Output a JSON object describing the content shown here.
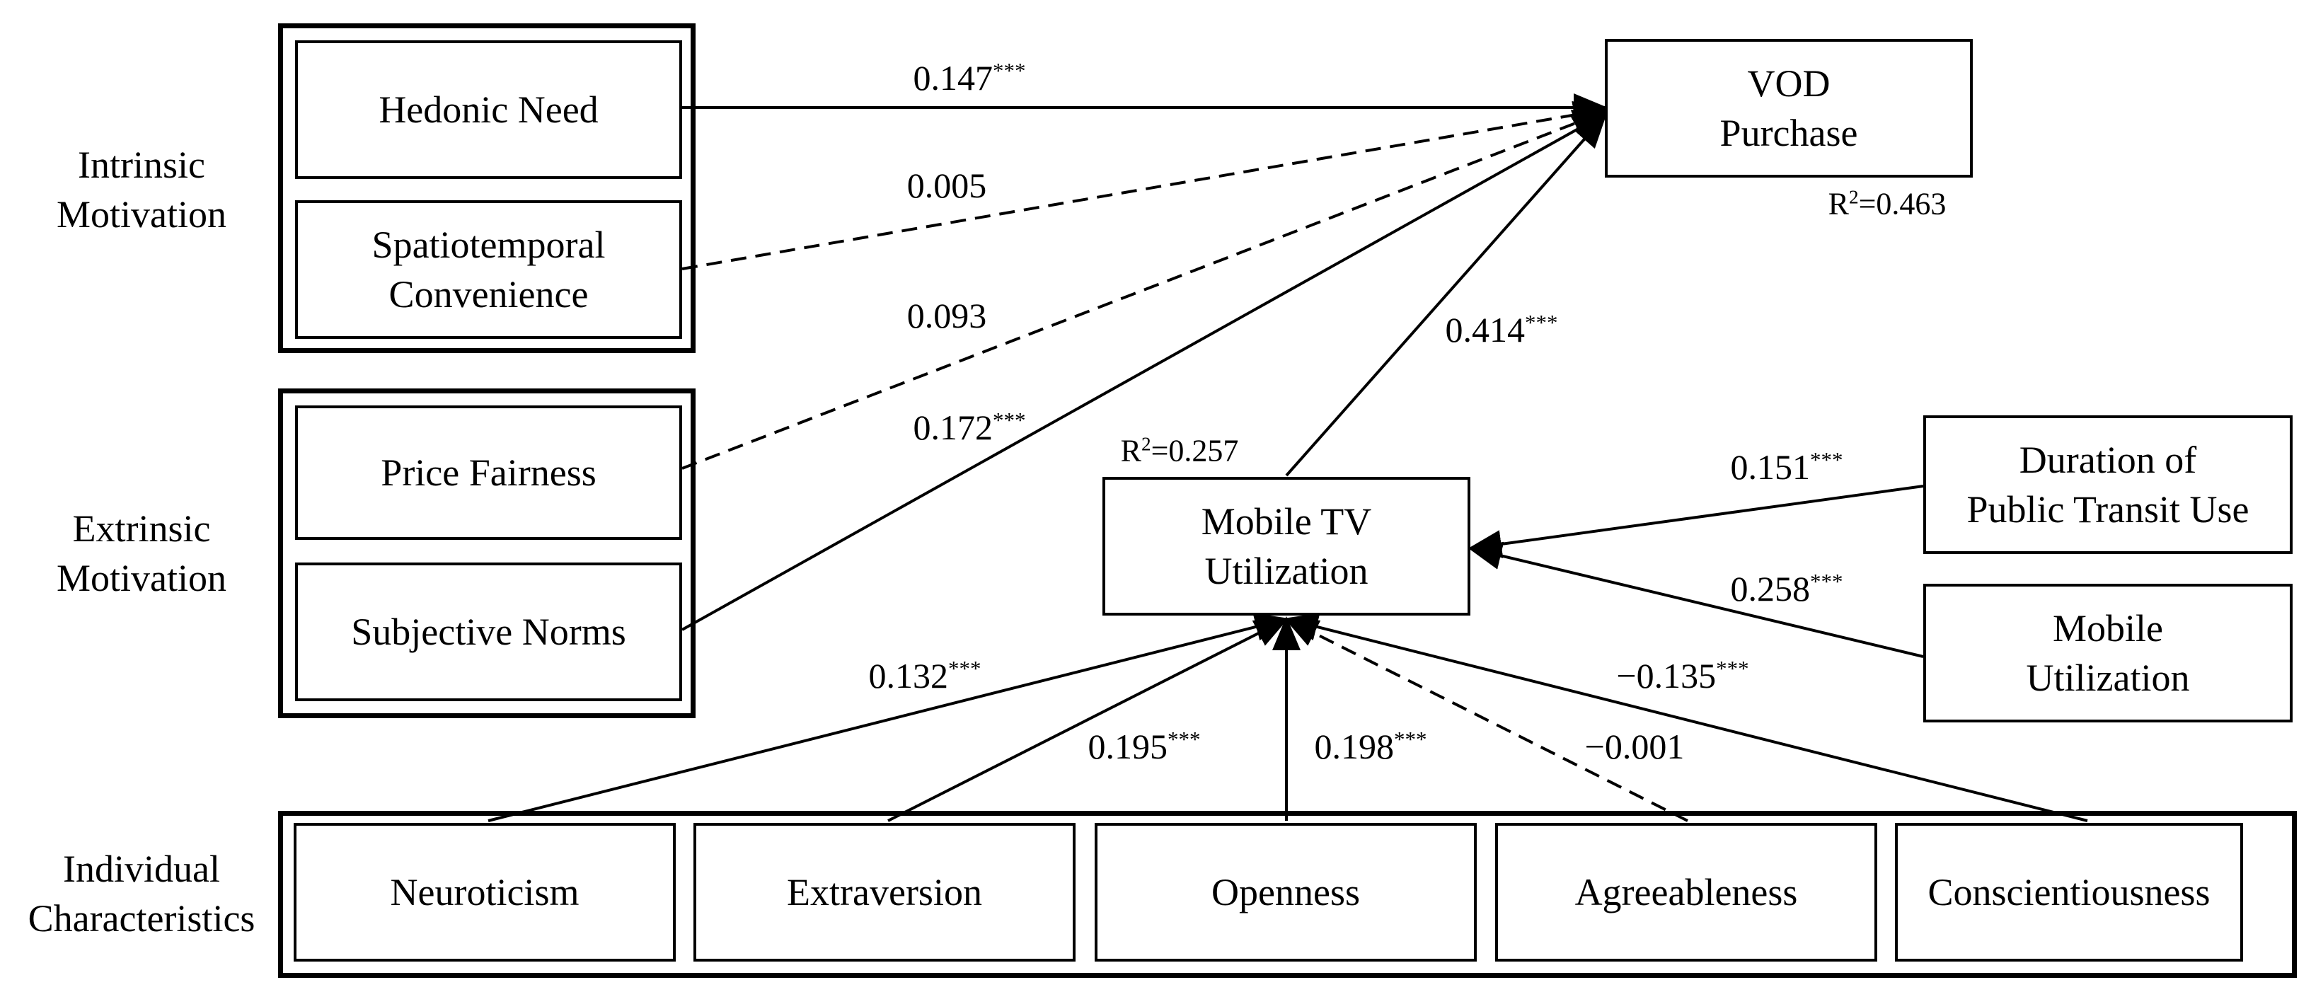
{
  "groups": {
    "intrinsic": {
      "label": "Intrinsic\nMotivation"
    },
    "extrinsic": {
      "label": "Extrinsic\nMotivation"
    },
    "individual": {
      "label": "Individual\nCharacteristics"
    }
  },
  "nodes": {
    "hedonic_need": "Hedonic Need",
    "spatiotemporal_convenience": "Spatiotemporal\nConvenience",
    "price_fairness": "Price Fairness",
    "subjective_norms": "Subjective Norms",
    "vod_purchase": "VOD\nPurchase",
    "mobile_tv_utilization": "Mobile TV\nUtilization",
    "duration_public_transit": "Duration of\nPublic Transit Use",
    "mobile_utilization": "Mobile\nUtilization",
    "neuroticism": "Neuroticism",
    "extraversion": "Extraversion",
    "openness": "Openness",
    "agreeableness": "Agreeableness",
    "conscientiousness": "Conscientiousness"
  },
  "r_squared": {
    "vod_purchase": {
      "label": "R",
      "exp": "2",
      "value": "=0.463"
    },
    "mobile_tv_utilization": {
      "label": "R",
      "exp": "2",
      "value": "=0.257"
    }
  },
  "paths": [
    {
      "id": "hedonic-to-vod",
      "from": "Hedonic Need",
      "to": "VOD Purchase",
      "coef": "0.147",
      "sig": "***",
      "style": "solid"
    },
    {
      "id": "spatio-to-vod",
      "from": "Spatiotemporal Convenience",
      "to": "VOD Purchase",
      "coef": "0.005",
      "sig": "",
      "style": "dashed"
    },
    {
      "id": "price-to-vod",
      "from": "Price Fairness",
      "to": "VOD Purchase",
      "coef": "0.093",
      "sig": "",
      "style": "dashed"
    },
    {
      "id": "norms-to-vod",
      "from": "Subjective Norms",
      "to": "VOD Purchase",
      "coef": "0.172",
      "sig": "***",
      "style": "solid"
    },
    {
      "id": "mtv-to-vod",
      "from": "Mobile TV Utilization",
      "to": "VOD Purchase",
      "coef": "0.414",
      "sig": "***",
      "style": "solid"
    },
    {
      "id": "transit-to-mtv",
      "from": "Duration of Public Transit Use",
      "to": "Mobile TV Utilization",
      "coef": "0.151",
      "sig": "***",
      "style": "solid"
    },
    {
      "id": "mobile-to-mtv",
      "from": "Mobile Utilization",
      "to": "Mobile TV Utilization",
      "coef": "0.258",
      "sig": "***",
      "style": "solid"
    },
    {
      "id": "neuro-to-mtv",
      "from": "Neuroticism",
      "to": "Mobile TV Utilization",
      "coef": "0.132",
      "sig": "***",
      "style": "solid"
    },
    {
      "id": "extra-to-mtv",
      "from": "Extraversion",
      "to": "Mobile TV Utilization",
      "coef": "0.195",
      "sig": "***",
      "style": "solid"
    },
    {
      "id": "open-to-mtv",
      "from": "Openness",
      "to": "Mobile TV Utilization",
      "coef": "0.198",
      "sig": "***",
      "style": "solid"
    },
    {
      "id": "agree-to-mtv",
      "from": "Agreeableness",
      "to": "Mobile TV Utilization",
      "coef": "−0.001",
      "sig": "",
      "style": "dashed"
    },
    {
      "id": "consc-to-mtv",
      "from": "Conscientiousness",
      "to": "Mobile TV Utilization",
      "coef": "−0.135",
      "sig": "***",
      "style": "solid"
    }
  ]
}
